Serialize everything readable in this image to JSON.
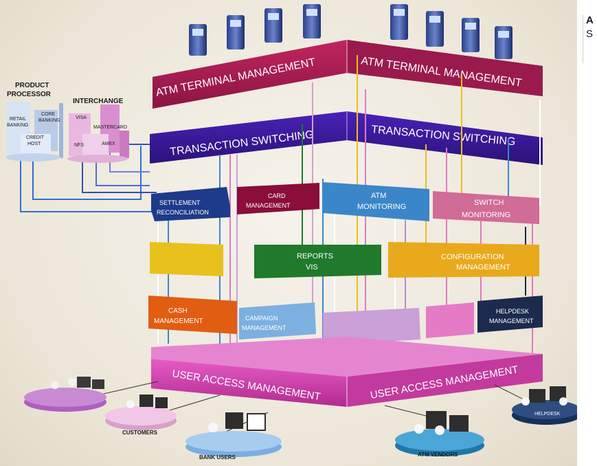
{
  "edge_text": {
    "line1": "A",
    "line2": "S"
  },
  "layers": {
    "atm_left": "ATM TERMINAL MANAGEMENT",
    "atm_right": "ATM TERMINAL MANAGEMENT",
    "switch_left": "TRANSACTION SWITCHING",
    "switch_right": "TRANSACTION SWITCHING",
    "user_left": "USER ACCESS MANAGEMENT",
    "user_right": "USER ACCESS MANAGEMENT"
  },
  "modules": {
    "settlement": [
      "SETTLEMENT",
      "RECONCILIATION"
    ],
    "card": [
      "CARD",
      "MANAGEMENT"
    ],
    "atm_monitoring": [
      "ATM",
      "MONITORING"
    ],
    "switch_monitoring": [
      "SWITCH",
      "MONITORING"
    ],
    "yellow_left": [
      "",
      "",
      ""
    ],
    "reports": [
      "REPORTS",
      "VIS"
    ],
    "configuration": [
      "CONFIGURATION",
      "MANAGEMENT"
    ],
    "cash": [
      "CASH",
      "MANAGEMENT"
    ],
    "campaign": [
      "CAMPAIGN",
      "MANAGEMENT"
    ],
    "lilac_center": [
      "",
      ""
    ],
    "pink_small": [
      "",
      ""
    ],
    "helpdesk": [
      "HELPDESK",
      "MANAGEMENT"
    ]
  },
  "product_processor": {
    "title1": "PRODUCT",
    "title2": "PROCESSOR",
    "retail": [
      "RETAIL",
      "BANKING"
    ],
    "core": [
      "CORE",
      "BANKING"
    ],
    "credit": [
      "CREDIT",
      "HOST"
    ]
  },
  "interchange": {
    "title": "INTERCHANGE",
    "visa": "VISA",
    "mastercard": "MASTERCARD",
    "nfs": "NFS",
    "amex": "AMEX"
  },
  "user_groups": {
    "customers": "CUSTOMERS",
    "bank_users": "BANK USERS",
    "atm_vendors": "ATM VENDORS",
    "helpdesk": "HELPDESK",
    "far_left": ""
  },
  "colors": {
    "atm_layer": "#a51d55",
    "switch_layer": "#3a1a9c",
    "user_layer": "#d63fb0",
    "navy": "#1e3a8a",
    "burgundy": "#8a0d3a",
    "sky_blue": "#3a86c9",
    "rose": "#d16b97",
    "yellow": "#e8c11c",
    "green": "#1f7a2c",
    "orange": "#e05d12",
    "steel_blue": "#7bb0e0",
    "lilac": "#c9a0d8",
    "pink": "#e57bc7",
    "dark_navy": "#1b2a4d"
  }
}
